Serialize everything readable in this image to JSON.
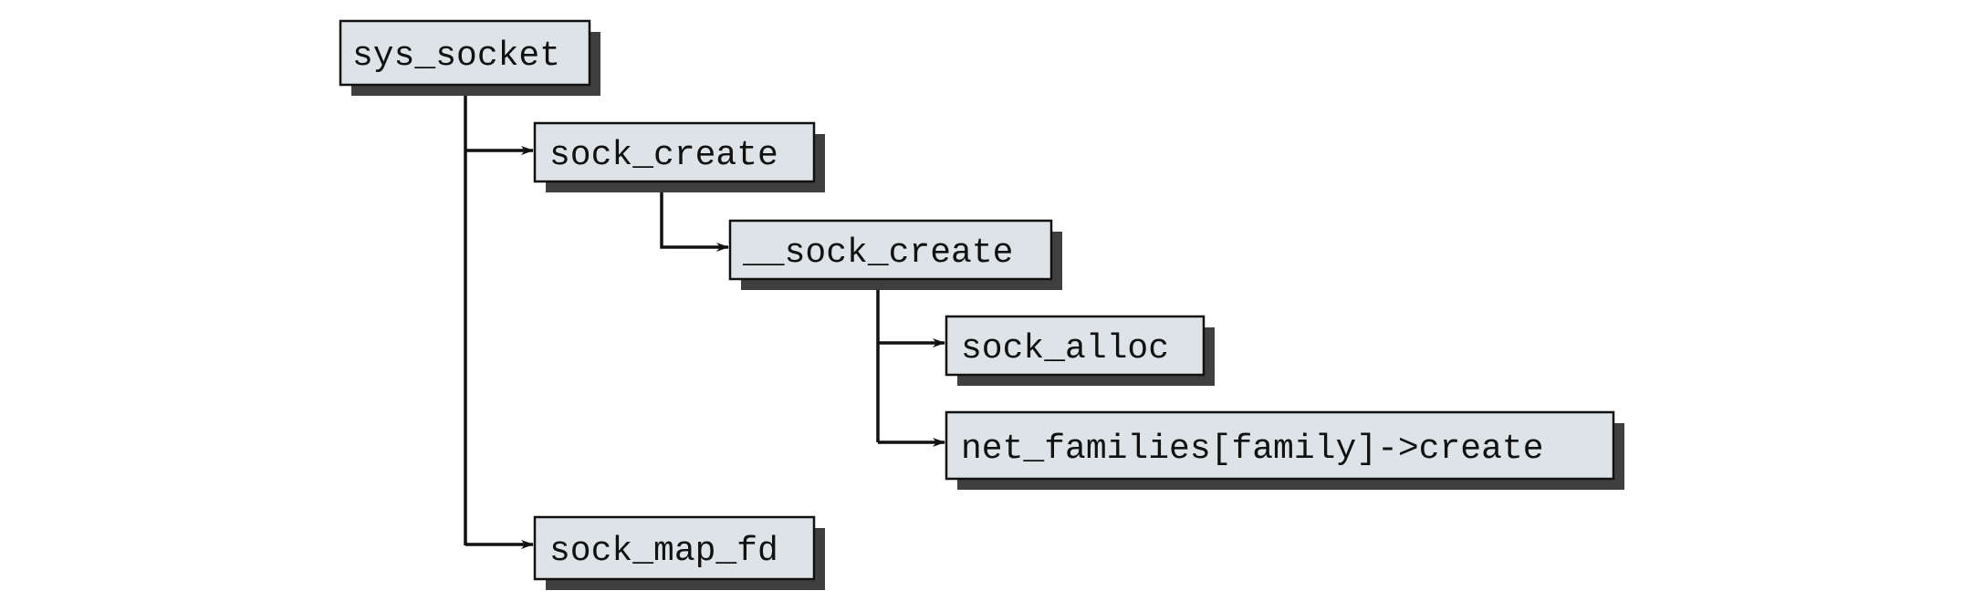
{
  "diagram": {
    "colors": {
      "box_fill": "#dde3e6",
      "box_border": "#111111",
      "shadow": "#3f3f3f",
      "line": "#111111"
    },
    "nodes": {
      "sys_socket": "sys_socket",
      "sock_create": "sock_create",
      "__sock_create": "__sock_create",
      "sock_alloc": "sock_alloc",
      "net_families_create": "net_families[family]->create",
      "sock_map_fd": "sock_map_fd"
    }
  }
}
